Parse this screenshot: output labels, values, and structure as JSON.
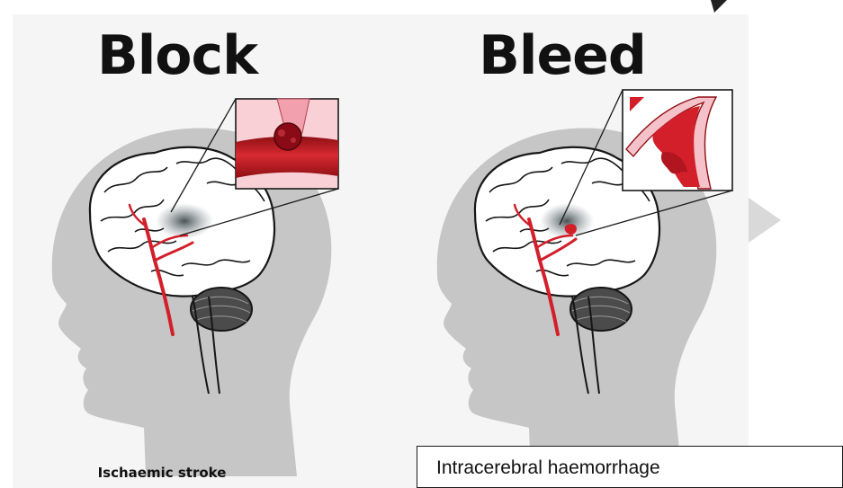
{
  "figure": {
    "left_panel": {
      "heading": "Block",
      "caption": "Ischaemic stroke",
      "inset_icon": "clot-blocking-artery-icon"
    },
    "right_panel": {
      "heading": "Bleed",
      "caption": "Intracerebral haemorrhage",
      "inset_icon": "burst-artery-bleeding-icon"
    }
  },
  "colors": {
    "head_silhouette": "#c6c6c6",
    "artery_red": "#d21f2a",
    "panel_bg": "#f5f5f5",
    "text": "#111111"
  }
}
